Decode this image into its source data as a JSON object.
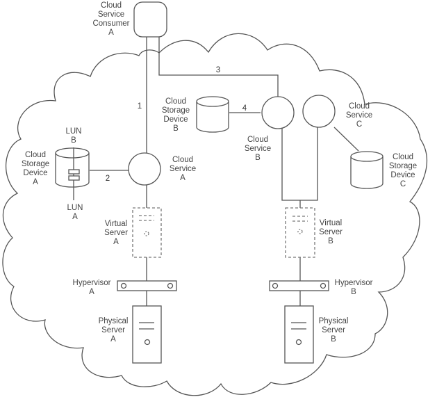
{
  "consumer": {
    "lines": [
      "Cloud",
      "Service",
      "Consumer",
      "A"
    ]
  },
  "connections": {
    "c1": "1",
    "c2": "2",
    "c3": "3",
    "c4": "4"
  },
  "cloud_service_a": {
    "lines": [
      "Cloud",
      "Service",
      "A"
    ]
  },
  "cloud_service_b": {
    "lines": [
      "Cloud",
      "Service",
      "B"
    ]
  },
  "cloud_service_c": {
    "lines": [
      "Cloud",
      "Service",
      "C"
    ]
  },
  "storage_a": {
    "lines": [
      "Cloud",
      "Storage",
      "Device",
      "A"
    ]
  },
  "storage_b": {
    "lines": [
      "Cloud",
      "Storage",
      "Device",
      "B"
    ]
  },
  "storage_c": {
    "lines": [
      "Cloud",
      "Storage",
      "Device",
      "C"
    ]
  },
  "lun_a": {
    "lines": [
      "LUN",
      "A"
    ]
  },
  "lun_b": {
    "lines": [
      "LUN",
      "B"
    ]
  },
  "virtual_server_a": {
    "lines": [
      "Virtual",
      "Server",
      "A"
    ]
  },
  "virtual_server_b": {
    "lines": [
      "Virtual",
      "Server",
      "B"
    ]
  },
  "hypervisor_a": {
    "lines": [
      "Hypervisor",
      "A"
    ]
  },
  "hypervisor_b": {
    "lines": [
      "Hypervisor",
      "B"
    ]
  },
  "physical_server_a": {
    "lines": [
      "Physical",
      "Server",
      "A"
    ]
  },
  "physical_server_b": {
    "lines": [
      "Physical",
      "Server",
      "B"
    ]
  }
}
